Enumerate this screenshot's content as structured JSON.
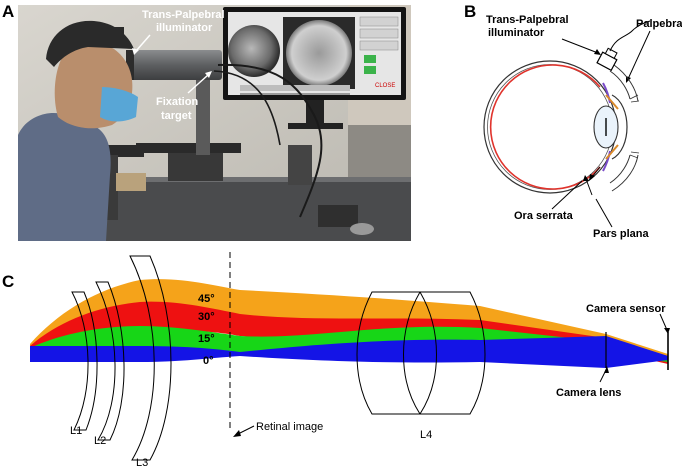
{
  "figure": {
    "panel_a": {
      "letter": "A",
      "label_illuminator_line1": "Trans-Palpebral",
      "label_illuminator_line2": "illuminator",
      "label_fixation_line1": "Fixation",
      "label_fixation_line2": "target",
      "monitor_status": "CLOSE"
    },
    "panel_b": {
      "letter": "B",
      "label_illuminator_line1": "Trans-Palpebral",
      "label_illuminator_line2": "illuminator",
      "label_palpebra": "Palpebra",
      "label_ora_serrata": "Ora serrata",
      "label_pars_plana": "Pars plana"
    },
    "panel_c": {
      "letter": "C",
      "angles": [
        "45°",
        "30°",
        "15°",
        "0°"
      ],
      "lenses": [
        "L1",
        "L2",
        "L3",
        "L4"
      ],
      "label_retinal_image": "Retinal image",
      "label_camera_lens": "Camera lens",
      "label_camera_sensor": "Camera sensor",
      "beam_colors": {
        "45": "#f5a31a",
        "30": "#ee1111",
        "15": "#17d617",
        "0": "#1414e6"
      }
    }
  }
}
